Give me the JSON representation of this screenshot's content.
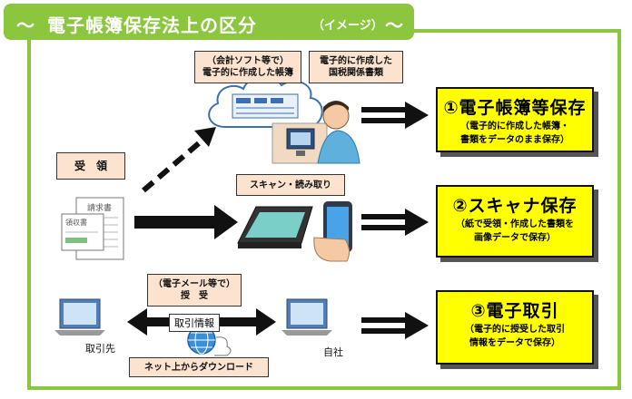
{
  "title": {
    "prefix": "〜",
    "main": "電子帳簿保存法上の区分",
    "sub": "（イメージ）",
    "suffix": "〜"
  },
  "labels": {
    "accounting_line1": "（会計ソフト等で）",
    "accounting_line2": "電子的に作成した帳簿",
    "tax_docs_line1": "電子的に作成した",
    "tax_docs_line2": "国税関係書類",
    "receipt": "受　領",
    "scan": "スキャン・読み取り",
    "email_line1": "（電子メール等で）",
    "email_line2": "授　受",
    "download": "ネット上からダウンロード",
    "transaction_info": "取引情報",
    "partner": "取引先",
    "own_company": "自社"
  },
  "categories": [
    {
      "title": "①電子帳簿等保存",
      "desc_line1": "（電子的に作成した帳簿・",
      "desc_line2": "書類をデータのまま保存）"
    },
    {
      "title": "②スキャナ保存",
      "desc_line1": "（紙で受領・作成した書類を",
      "desc_line2": "画像データで保存）"
    },
    {
      "title": "③電子取引",
      "desc_line1": "（電子的に授受した取引",
      "desc_line2": "情報をデータで保存）"
    }
  ],
  "document_texts": {
    "invoice": "請求書",
    "receipt": "領収書"
  },
  "colors": {
    "frame_green": "#8cc63f",
    "label_fill": "#fbe3cf",
    "category_fill": "#ffff00"
  }
}
